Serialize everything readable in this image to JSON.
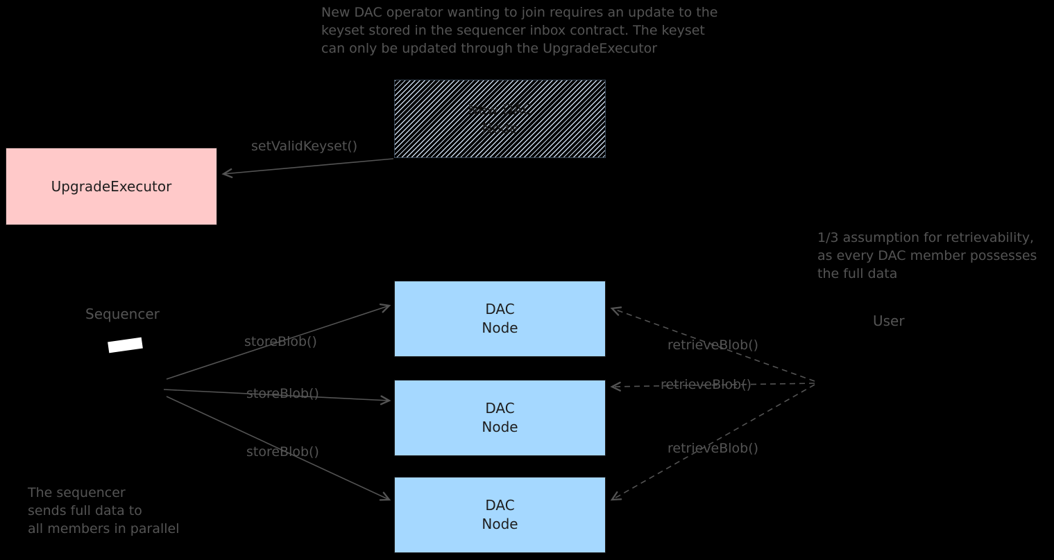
{
  "canvas": {
    "background": "#000000",
    "ink": "#545454"
  },
  "notes": {
    "top": "New DAC operator wanting to join requires an update to the\nkeyset stored in the sequencer inbox contract. The keyset\ncan only be updated through the UpgradeExecutor",
    "right": "1/3 assumption for retrievability,\nas every DAC member possesses\nthe full data",
    "bottom_left": "The sequencer\nsends full data to\nall members in parallel"
  },
  "nodes": {
    "upgrade_executor": {
      "label": "UpgradeExecutor",
      "fill": "#ffc9c9"
    },
    "new_dac_node": {
      "label": "New DAC\nNode",
      "hatch_color": "#c9d8ea"
    },
    "sequencer": {
      "label": "Sequencer"
    },
    "user": {
      "label": "User"
    },
    "dac_nodes": [
      {
        "label": "DAC\nNode",
        "fill": "#a5d8ff"
      },
      {
        "label": "DAC\nNode",
        "fill": "#a5d8ff"
      },
      {
        "label": "DAC\nNode",
        "fill": "#a5d8ff"
      }
    ]
  },
  "edges": {
    "set_valid_keyset": {
      "label": "setValidKeyset()"
    },
    "store_blob": [
      {
        "label": "storeBlob()"
      },
      {
        "label": "storeBlob()"
      },
      {
        "label": "storeBlob()"
      }
    ],
    "retrieve_blob": [
      {
        "label": "retrieveBlob()"
      },
      {
        "label": "retrieveBlob()"
      },
      {
        "label": "retrieveBlob()"
      }
    ]
  }
}
